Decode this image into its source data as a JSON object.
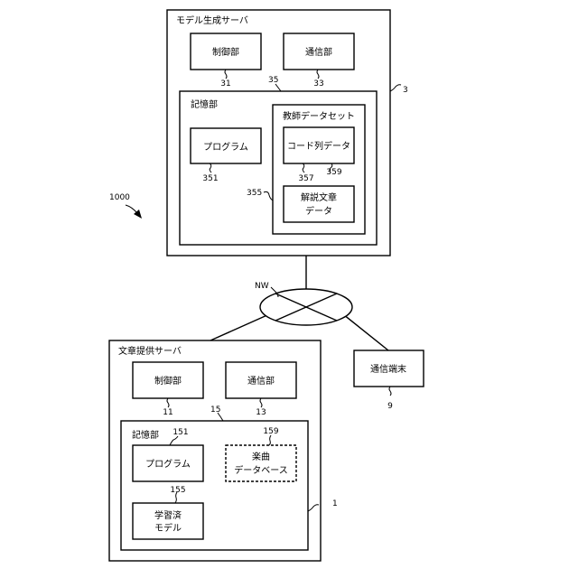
{
  "diagram": {
    "system_ref": "1000",
    "model_server": {
      "title": "モデル生成サーバ",
      "ref": "3",
      "control": {
        "label": "制御部",
        "ref": "31"
      },
      "comm": {
        "label": "通信部",
        "ref": "33"
      },
      "storage": {
        "label": "記憶部",
        "ref": "35",
        "program": {
          "label": "プログラム",
          "ref": "351"
        },
        "teacher_set": {
          "label": "教師データセット",
          "ref": "355",
          "code_seq": {
            "label": "コード列データ",
            "ref": "357"
          },
          "commentary": {
            "line1": "解説文章",
            "line2": "データ",
            "ref": "359"
          }
        }
      }
    },
    "network": {
      "label": "NW"
    },
    "terminal": {
      "label": "通信端末",
      "ref": "9"
    },
    "text_server": {
      "title": "文章提供サーバ",
      "ref": "1",
      "control": {
        "label": "制御部",
        "ref": "11"
      },
      "comm": {
        "label": "通信部",
        "ref": "13"
      },
      "storage": {
        "label": "記憶部",
        "ref": "15",
        "program": {
          "label": "プログラム",
          "ref": "151"
        },
        "trained_model": {
          "line1": "学習済",
          "line2": "モデル",
          "ref": "155"
        },
        "music_db": {
          "line1": "楽曲",
          "line2": "データベース",
          "ref": "159"
        }
      }
    }
  }
}
